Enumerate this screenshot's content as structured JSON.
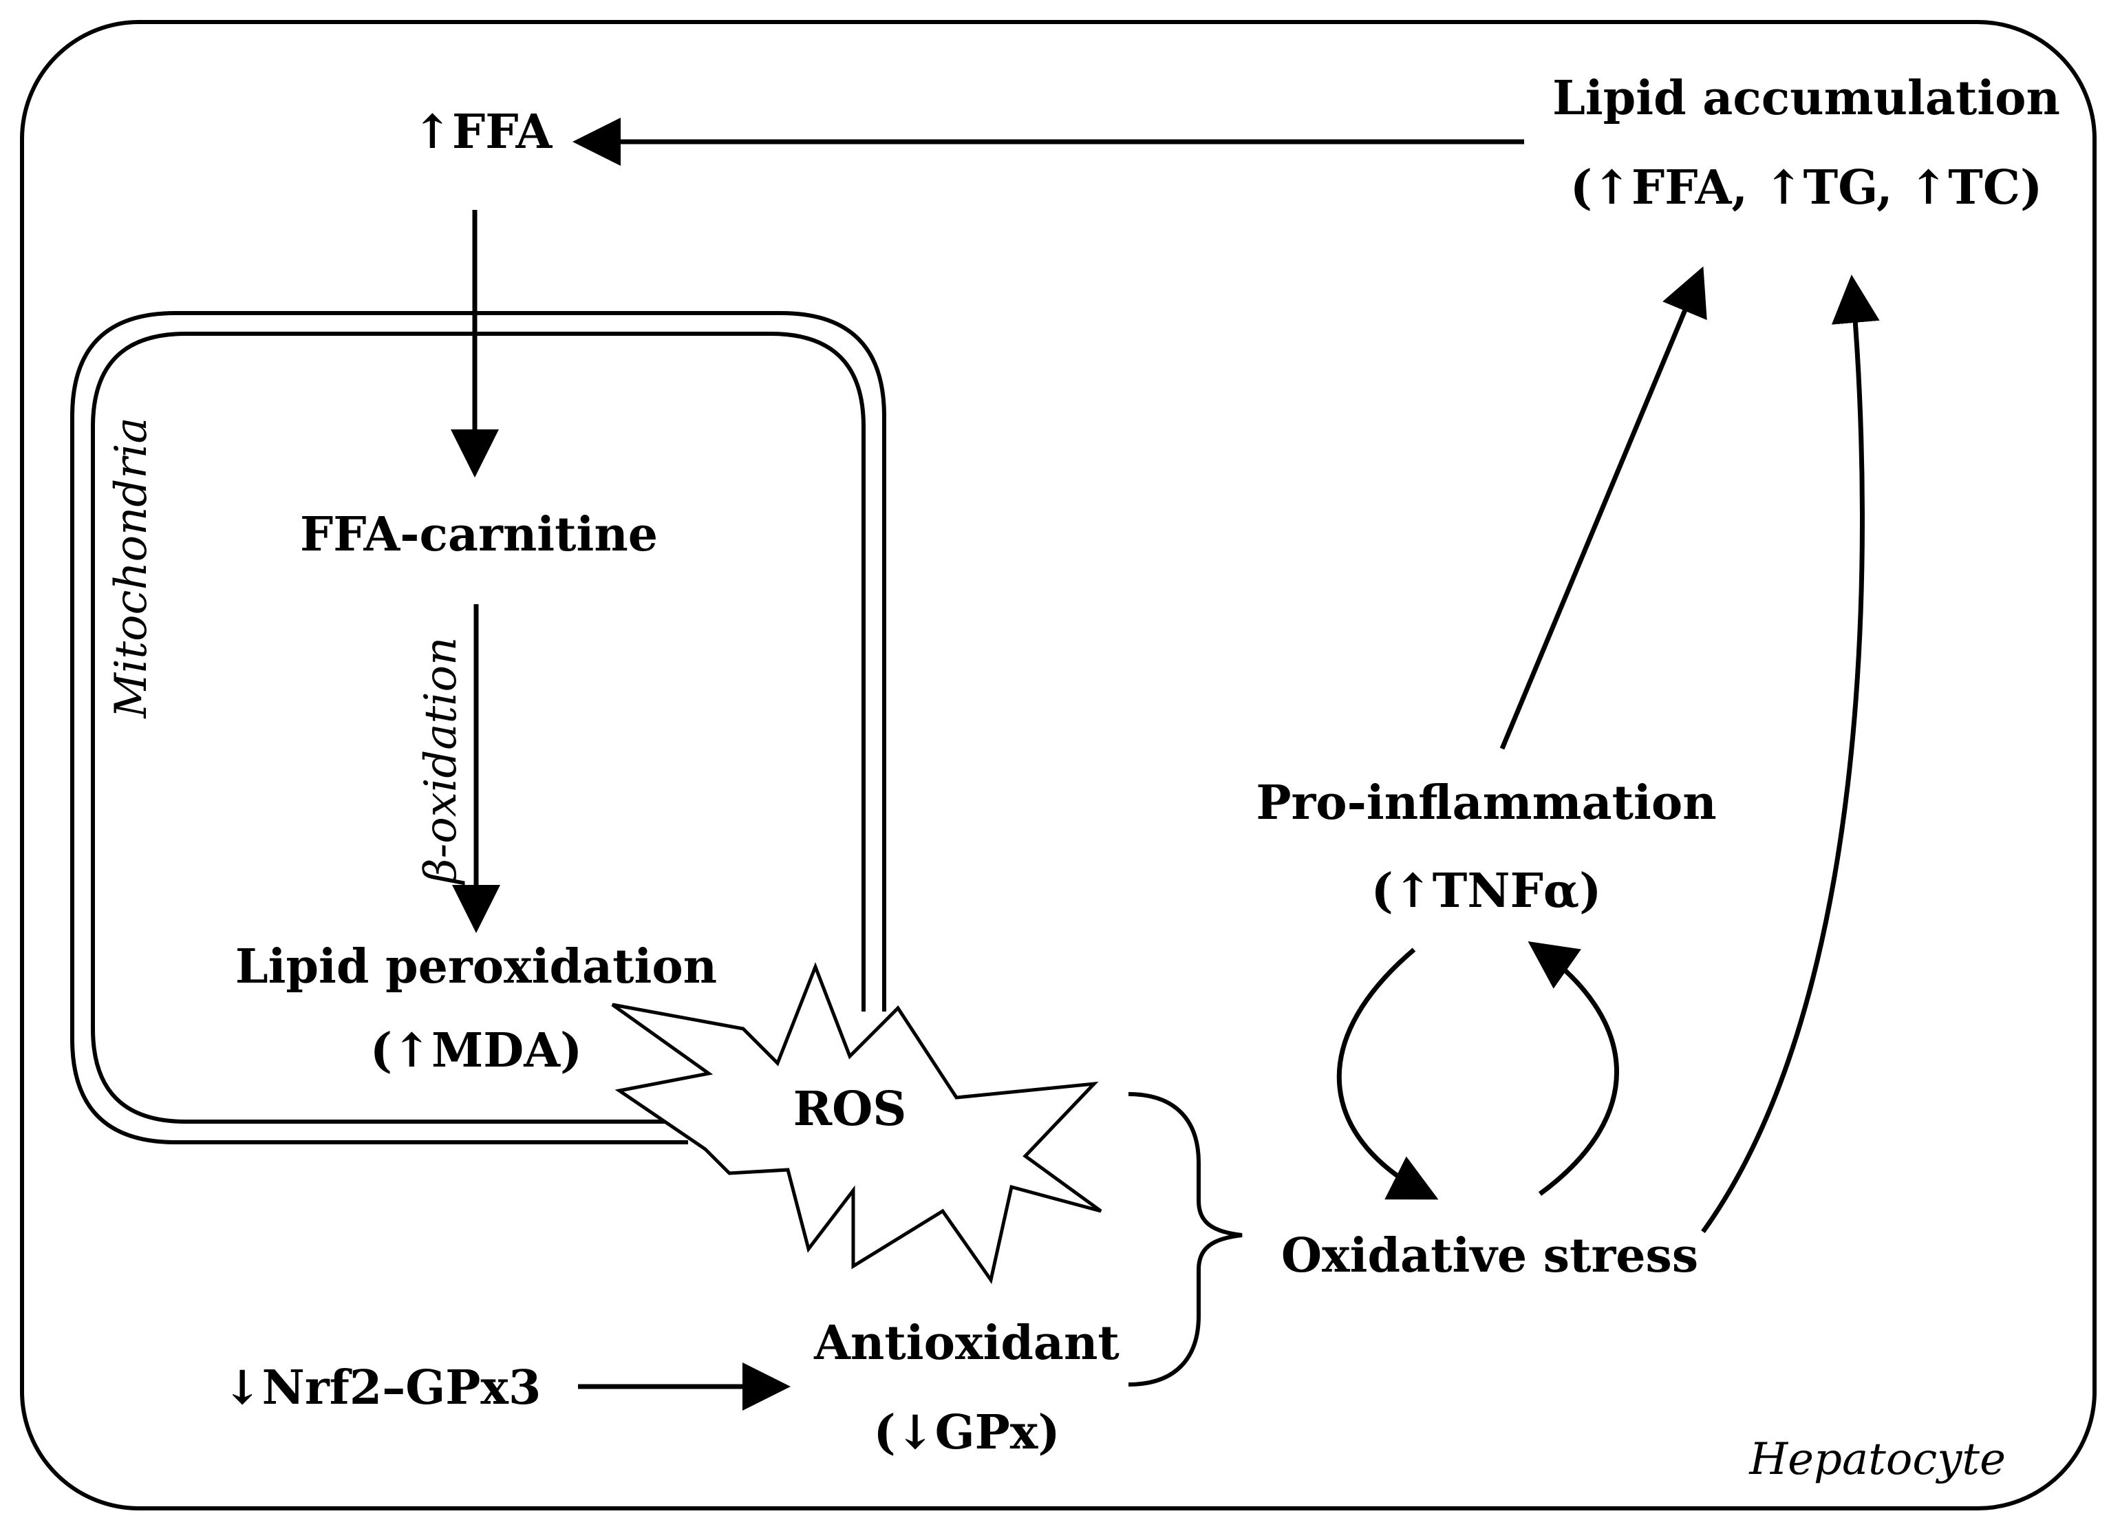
{
  "colors": {
    "stroke": "#000000",
    "background": "#ffffff"
  },
  "labels": {
    "ffa": "↑FFA",
    "lipid_accumulation": "Lipid accumulation",
    "lipid_accumulation_markers": "(↑FFA, ↑TG, ↑TC)",
    "mitochondria": "Mitochondria",
    "ffa_carnitine": "FFA-carnitine",
    "beta_oxidation": "β-oxidation",
    "lipid_peroxidation": "Lipid peroxidation",
    "lipid_peroxidation_marker": "(↑MDA)",
    "ros": "ROS",
    "pro_inflammation": "Pro-inflammation",
    "pro_inflammation_marker": "(↑TNFα)",
    "oxidative_stress": "Oxidative stress",
    "antioxidant": "Antioxidant",
    "antioxidant_marker": "(↓GPx)",
    "nrf2_gpx3": "↓Nrf2–GPx3",
    "hepatocyte": "Hepatocyte"
  }
}
